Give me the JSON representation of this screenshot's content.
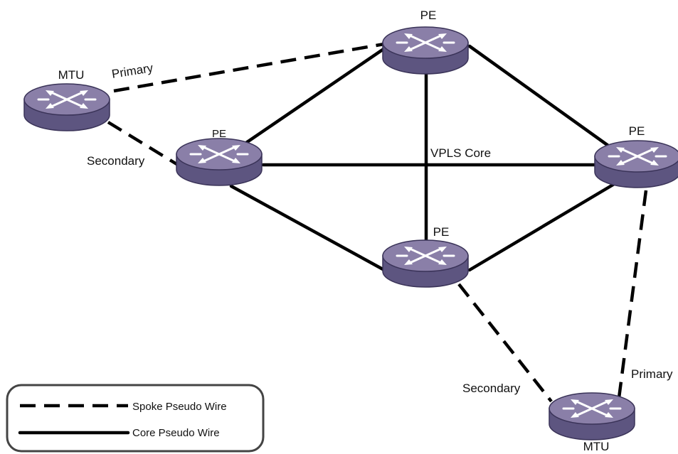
{
  "labels": {
    "pe_top": "PE",
    "pe_left": "PE",
    "pe_center": "PE",
    "pe_right": "PE",
    "mtu_left": "MTU",
    "mtu_bottom": "MTU",
    "primary_left": "Primary",
    "secondary_left": "Secondary",
    "primary_right": "Primary",
    "secondary_bottom": "Secondary",
    "vpls_core": "VPLS Core"
  },
  "legend": {
    "spoke_label": "Spoke Pseudo Wire",
    "core_label": "Core Pseudo Wire"
  },
  "colors": {
    "router_top": "#8a7fa8",
    "router_side": "#5d5580",
    "router_edge": "#3a3358",
    "arrow": "#ffffff",
    "line": "#000000"
  },
  "icons": {
    "router": "router-icon"
  }
}
